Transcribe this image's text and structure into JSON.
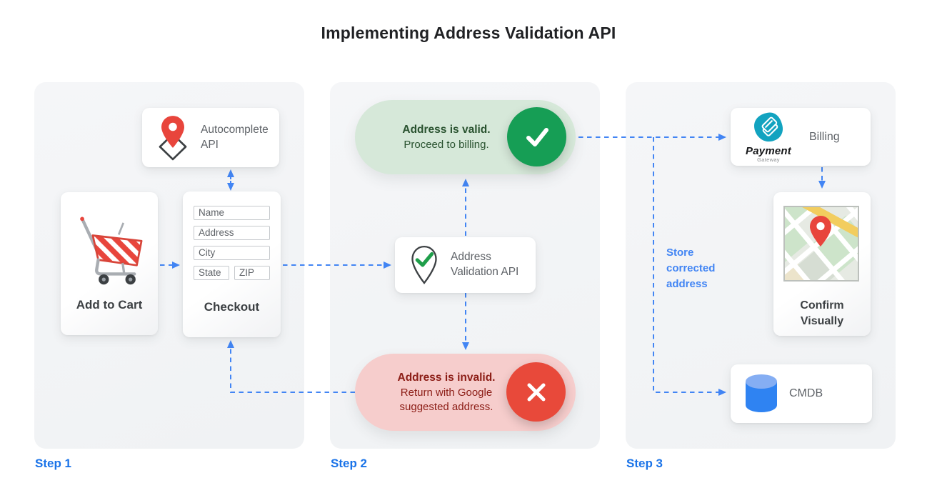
{
  "title": "Implementing Address Validation API",
  "accent_colors": {
    "arrow_blue": "#4285f4",
    "step_blue": "#1a73e8",
    "valid_green": "#169e55",
    "valid_bg": "#d6e8d9",
    "valid_text": "#29522f",
    "invalid_red": "#e8493a",
    "invalid_bg": "#f6cdcc",
    "invalid_text": "#8c1d16"
  },
  "step1": {
    "label": "Step 1",
    "autocomplete_api": {
      "line1": "Autocomplete",
      "line2": "API",
      "icon": "map-pin-diamond-icon"
    },
    "add_to_cart": {
      "label": "Add to Cart",
      "icon": "shopping-cart-icon"
    },
    "checkout": {
      "label": "Checkout",
      "fields": {
        "name": "Name",
        "address": "Address",
        "city": "City",
        "state": "State",
        "zip": "ZIP"
      }
    }
  },
  "step2": {
    "label": "Step 2",
    "valid_banner": {
      "title": "Address is valid.",
      "subtitle": "Proceed to billing.",
      "icon": "check-icon"
    },
    "validation_api": {
      "line1": "Address",
      "line2": "Validation API",
      "icon": "pin-check-icon"
    },
    "invalid_banner": {
      "title": "Address is invalid.",
      "subtitle_line1": "Return with Google",
      "subtitle_line2": "suggested address.",
      "icon": "x-icon"
    }
  },
  "step3": {
    "label": "Step 3",
    "billing": {
      "label": "Billing",
      "logo_title": "Payment",
      "logo_subtitle": "Gateway",
      "icon": "payment-gateway-logo"
    },
    "confirm_visually": {
      "line1": "Confirm",
      "line2": "Visually",
      "icon": "map-thumbnail"
    },
    "cmdb": {
      "label": "CMDB",
      "icon": "database-icon"
    },
    "store_note": {
      "line1": "Store",
      "line2": "corrected",
      "line3": "address"
    }
  }
}
